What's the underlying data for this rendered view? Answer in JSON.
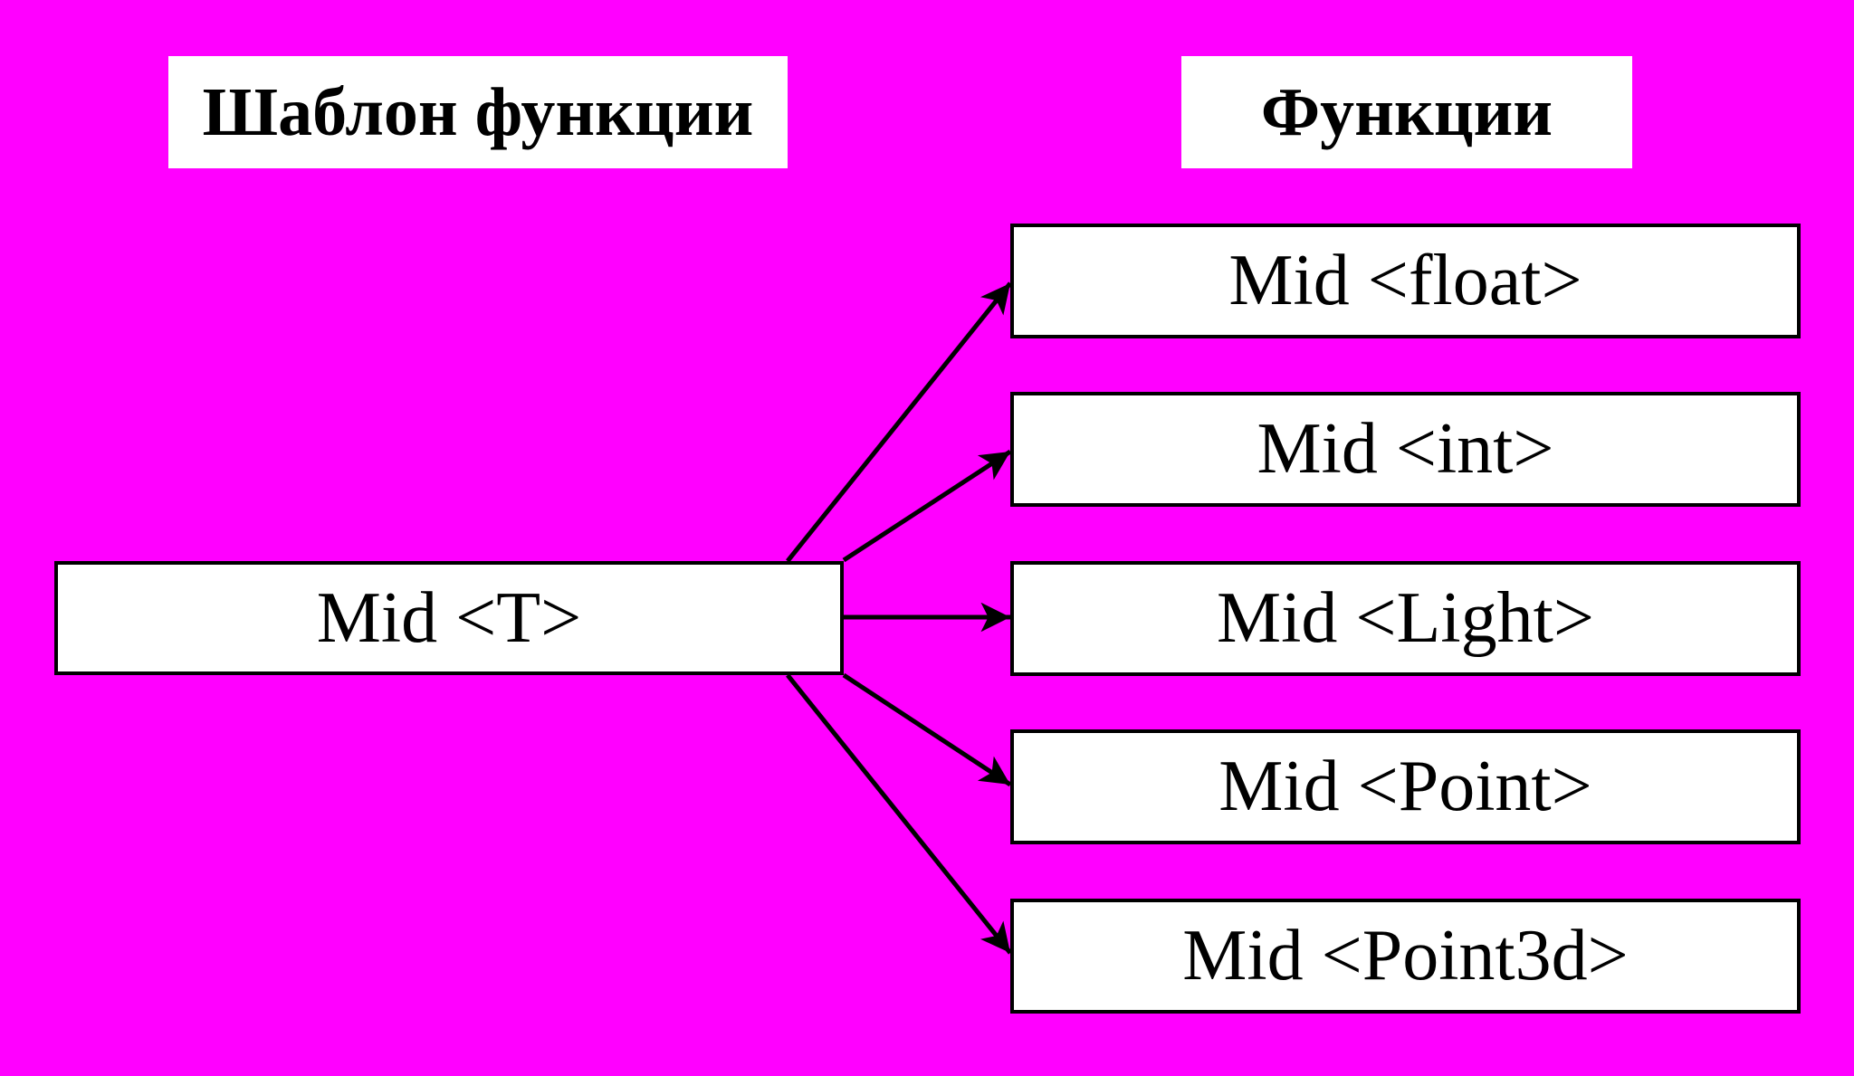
{
  "colors": {
    "background": "#ff00ff",
    "box_fill": "#ffffff",
    "line": "#000000"
  },
  "headers": {
    "template": "Шаблон функции",
    "functions": "Функции"
  },
  "template_node": {
    "label": "Mid <T>"
  },
  "function_nodes": [
    {
      "label": "Mid <float>"
    },
    {
      "label": "Mid <int>"
    },
    {
      "label": "Mid <Light>"
    },
    {
      "label": "Mid <Point>"
    },
    {
      "label": "Mid <Point3d>"
    }
  ],
  "edges": [
    {
      "from": "template_node",
      "to": "function_nodes.0"
    },
    {
      "from": "template_node",
      "to": "function_nodes.1"
    },
    {
      "from": "template_node",
      "to": "function_nodes.2"
    },
    {
      "from": "template_node",
      "to": "function_nodes.3"
    },
    {
      "from": "template_node",
      "to": "function_nodes.4"
    }
  ]
}
